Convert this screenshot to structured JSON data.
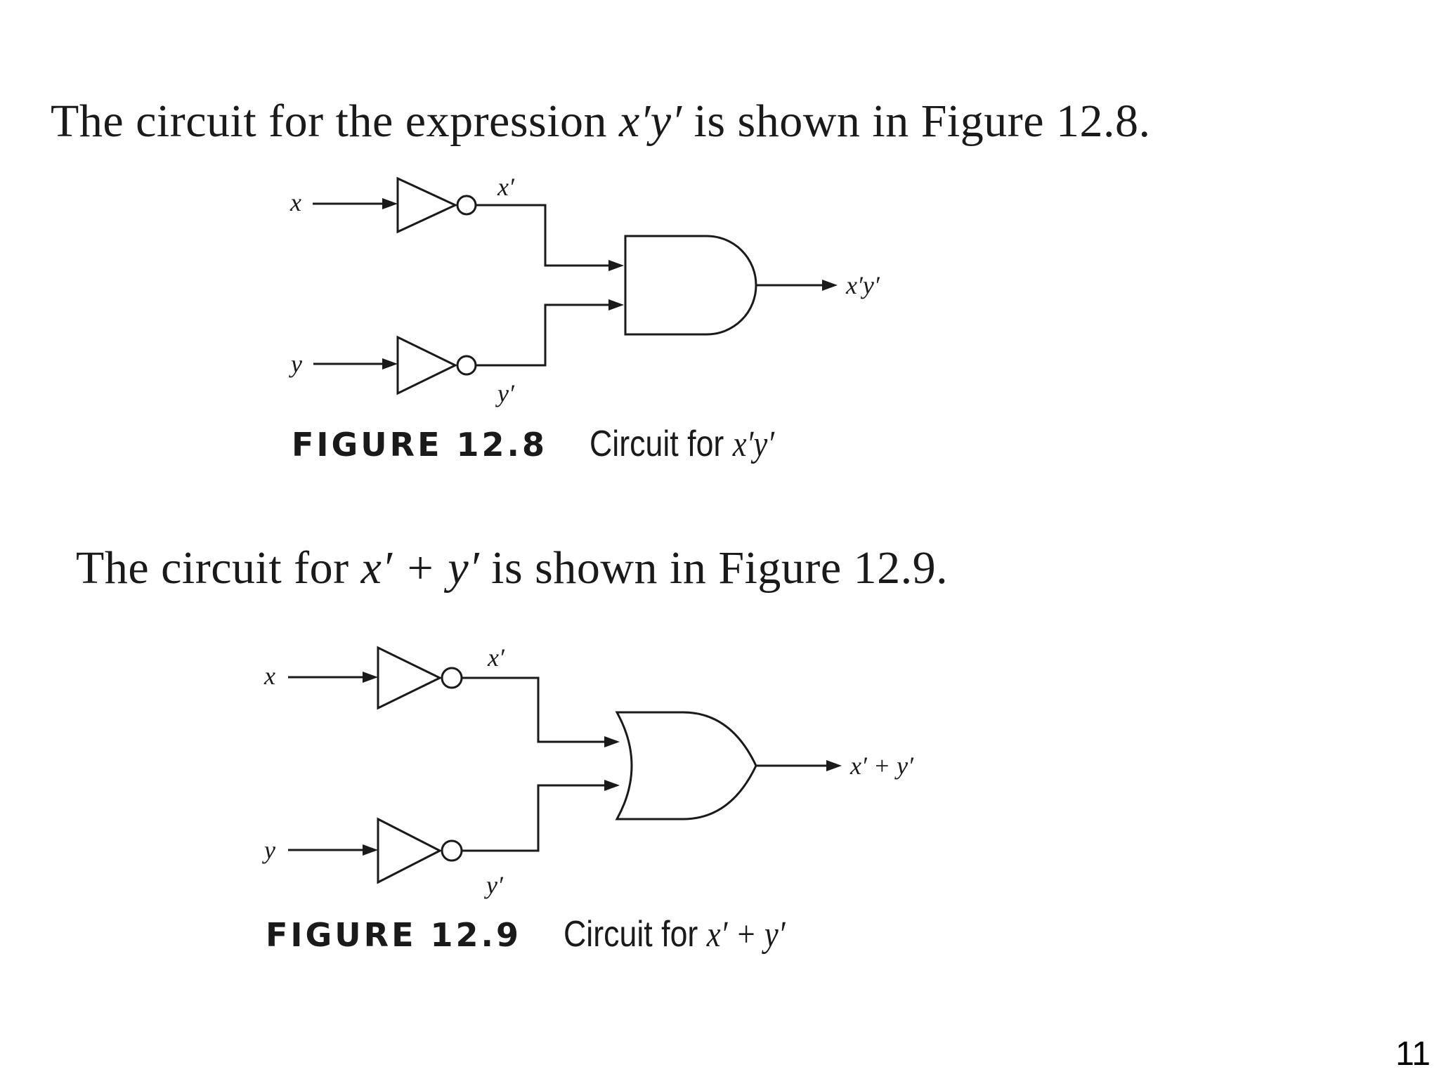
{
  "slide": {
    "sentence_1": {
      "before": "The circuit for the expression ",
      "math": "x′y′",
      "after": " is shown in Figure 12.8."
    },
    "sentence_2": {
      "before": "The circuit for ",
      "math": "x′ + y′",
      "after": " is shown in Figure 12.9."
    },
    "page_number": "11"
  },
  "figure_12_8": {
    "gate": "AND",
    "labels": {
      "input_x": "x",
      "input_y": "y",
      "not_x": "x′",
      "not_y": "y′",
      "output": "x′y′"
    },
    "caption": {
      "number": "FIGURE 12.8",
      "text": "Circuit for ",
      "math": "x′y′"
    }
  },
  "figure_12_9": {
    "gate": "OR",
    "labels": {
      "input_x": "x",
      "input_y": "y",
      "not_x": "x′",
      "not_y": "y′",
      "output": "x′ + y′"
    },
    "caption": {
      "number": "FIGURE 12.9",
      "text": "Circuit for ",
      "math": "x′ + y′"
    }
  }
}
